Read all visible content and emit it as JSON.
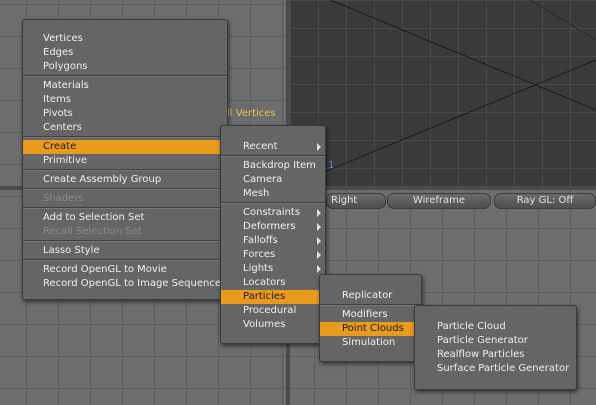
{
  "viewport": {
    "overlay_label": "ll Vertices",
    "marker": "1",
    "buttons": {
      "view": "Right",
      "shading": "Wireframe",
      "raygl": "Ray GL: Off"
    }
  },
  "colors": {
    "highlight": "#e99b1d",
    "menu_bg": "#646565",
    "overlay_text": "#e8c34a"
  },
  "main_menu": {
    "g1": [
      "Vertices",
      "Edges",
      "Polygons"
    ],
    "g2": [
      "Materials",
      "Items",
      "Pivots",
      "Centers"
    ],
    "create": "Create",
    "primitive": "Primitive",
    "create_assembly": "Create Assembly Group",
    "shaders": "Shaders",
    "add_selection": "Add to Selection Set",
    "recall_selection": "Recall Selection Set",
    "lasso": "Lasso Style",
    "record_movie": "Record OpenGL to Movie",
    "record_sequence": "Record OpenGL to Image Sequence"
  },
  "create_menu": {
    "recent": "Recent",
    "backdrop": "Backdrop Item",
    "camera": "Camera",
    "mesh": "Mesh",
    "constraints": "Constraints",
    "deformers": "Deformers",
    "falloffs": "Falloffs",
    "forces": "Forces",
    "lights": "Lights",
    "locators": "Locators",
    "particles": "Particles",
    "procedural": "Procedural",
    "volumes": "Volumes"
  },
  "particles_menu": {
    "replicator": "Replicator",
    "modifiers": "Modifiers",
    "point_clouds": "Point Clouds",
    "simulation": "Simulation"
  },
  "point_clouds_menu": {
    "items": [
      "Particle Cloud",
      "Particle Generator",
      "Realflow Particles",
      "Surface Particle Generator"
    ]
  }
}
